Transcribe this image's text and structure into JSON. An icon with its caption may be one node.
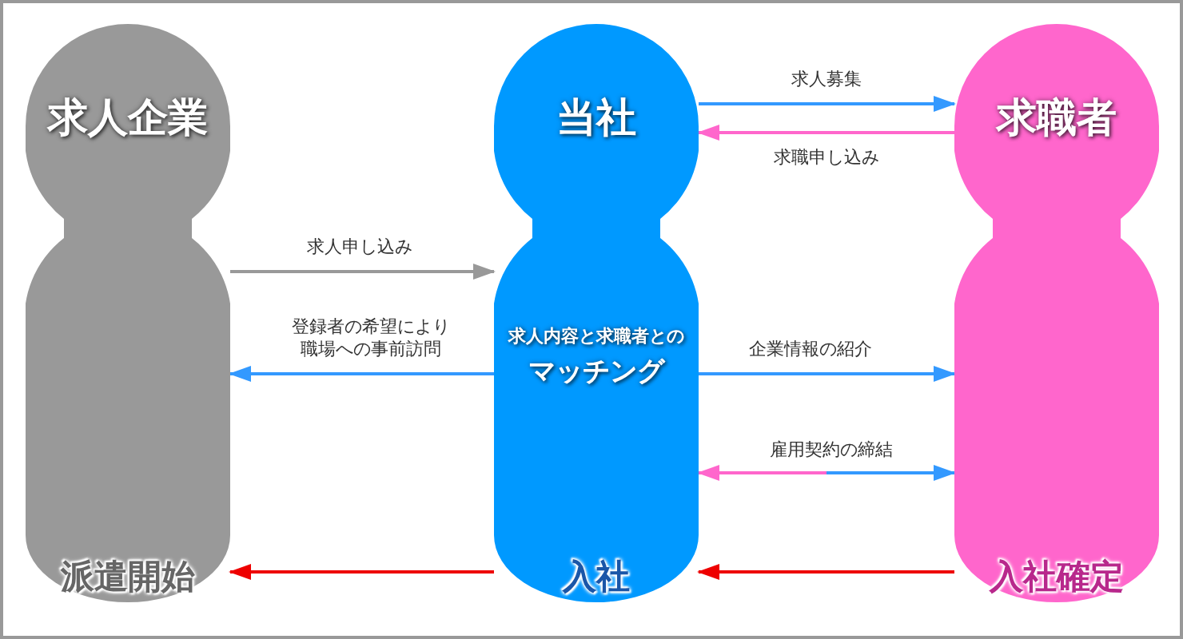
{
  "diagram": {
    "nodes": [
      {
        "text": [
          "求人企業",
          "派遣開始"
        ]
      },
      {
        "text": [
          "当社",
          "求人内容と求職者との",
          "マッチング",
          "入社"
        ]
      },
      {
        "text": [
          "求職者",
          "入社確定"
        ]
      }
    ],
    "edges": [
      {
        "from": 0,
        "to": 1,
        "arrow": "to",
        "label": "求人申し込み",
        "color": "#999999"
      },
      {
        "from": 1,
        "to": 0,
        "arrow": "to",
        "label": "登録者の希望により職場への事前訪問"
      },
      {
        "from": 1,
        "to": 2,
        "arrow": "to",
        "label": "求人募集"
      },
      {
        "from": 2,
        "to": 1,
        "arrow": "to",
        "label": "求職申し込み",
        "color": "#ff66cc"
      },
      {
        "from": 1,
        "to": 2,
        "arrow": "to",
        "label": "企業情報の紹介"
      },
      {
        "from": 1,
        "to": 2,
        "arrow": "both",
        "label": "雇用契約の締結"
      },
      {
        "from": 2,
        "to": 1,
        "arrow": "to",
        "color": "#ee0000"
      },
      {
        "from": 1,
        "to": 0,
        "arrow": "to",
        "color": "#ee0000"
      }
    ]
  }
}
